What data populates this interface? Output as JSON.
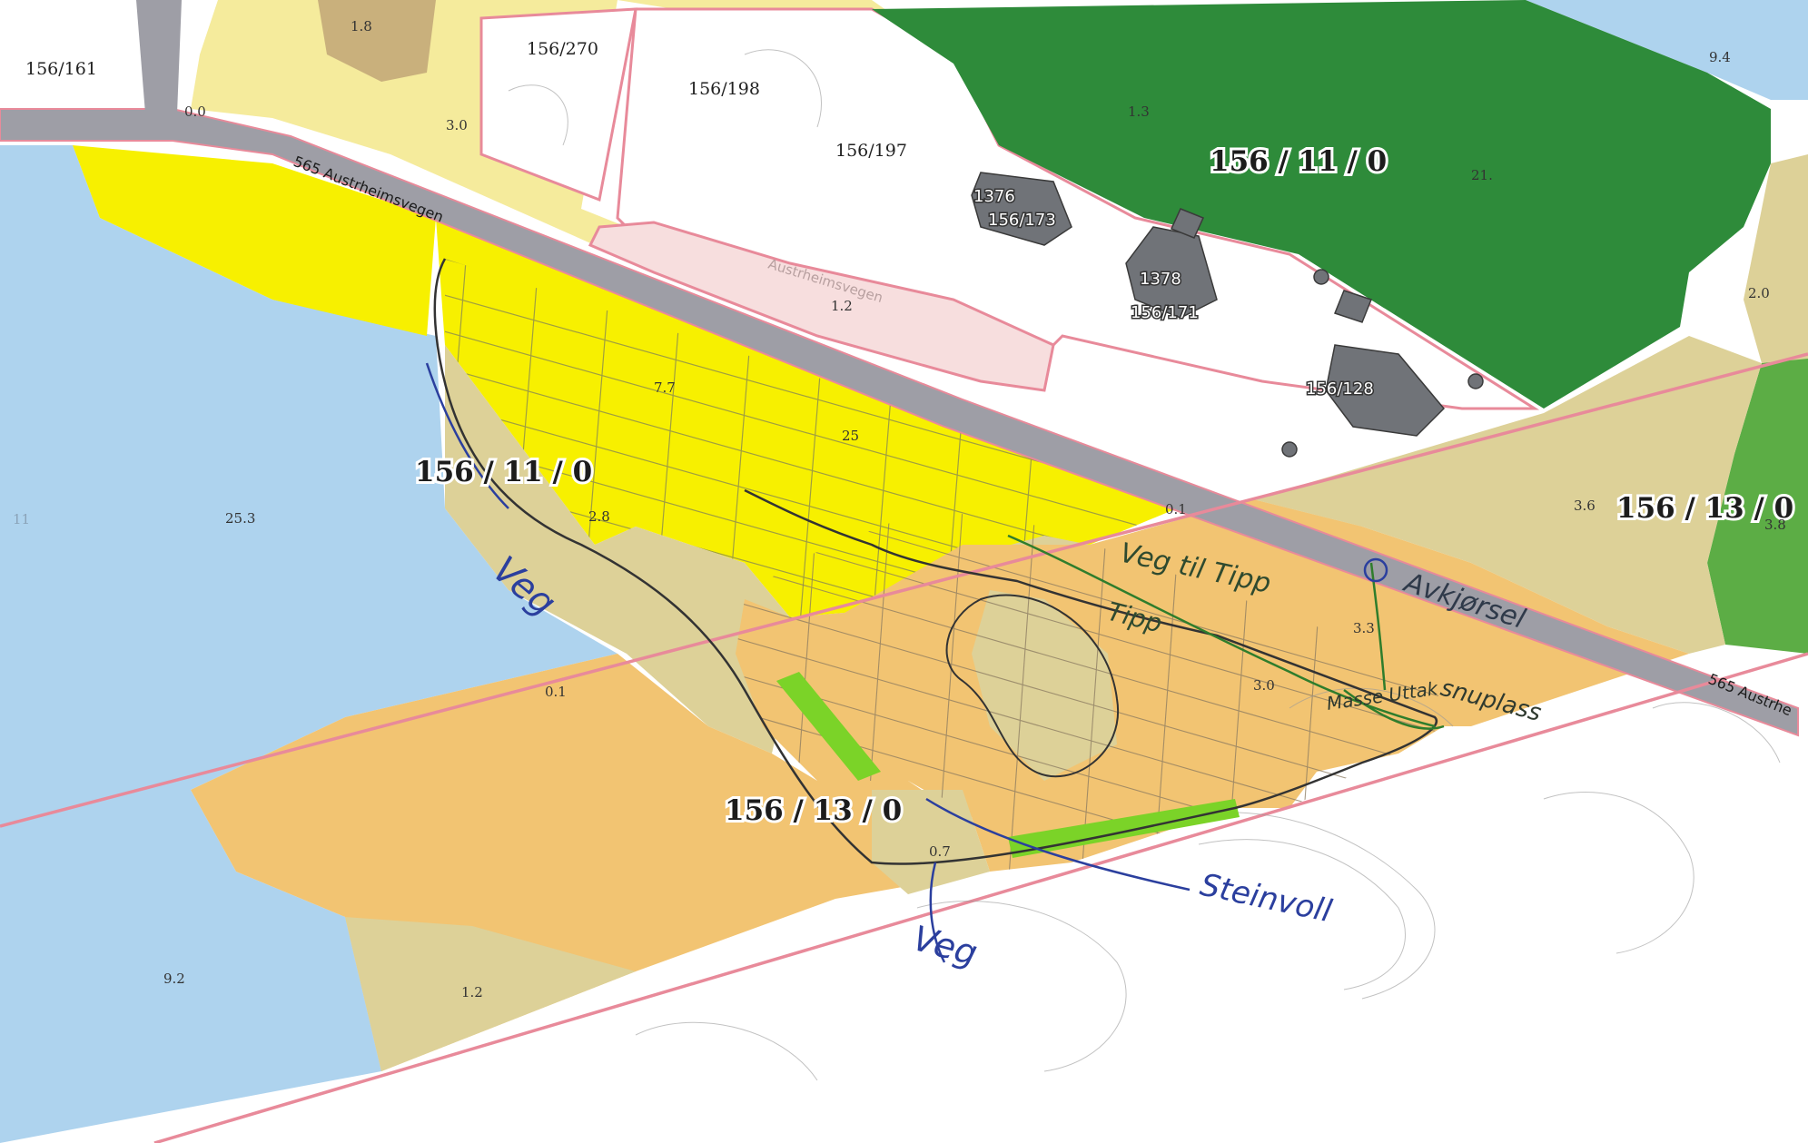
{
  "map": {
    "colors": {
      "water": "#aed3ee",
      "agri_yellow": "#f5eb9c",
      "highlight_yellow": "#f7f000",
      "orange": "#f2c472",
      "khaki": "#ddd198",
      "tan": "#c9b07c",
      "forest_dark": "#2e8b3a",
      "forest_light": "#5cad45",
      "road": "#9e9ea6",
      "boundary_pink": "#e88a9a",
      "building": "#707378",
      "green_highlight": "#7bd328",
      "pen_blue": "#2b3f9e",
      "pen_green": "#2f7d2c"
    },
    "road_labels": {
      "main": "565 Austrheimsvegen",
      "local": "Austrheimsvegen",
      "east": "565 Austrhe"
    },
    "parcels": [
      "156/161",
      "156/270",
      "156/198",
      "156/197",
      "156/173",
      "156/171",
      "156/128"
    ],
    "properties": {
      "north": "156 / 11 / 0",
      "central": "156 / 11 / 0",
      "east": "156 / 13 / 0",
      "south": "156 / 13 / 0"
    },
    "buildings": {
      "b1": "1376",
      "b2": "1378"
    },
    "elevations": {
      "e_1_8": "1.8",
      "e_0_0": "0.0",
      "e_3_0a": "3.0",
      "e_1_3": "1.3",
      "e_9_4": "9.4",
      "e_21": "21.",
      "e_1_2a": "1.2",
      "e_2_0": "2.0",
      "e_7_7": "7.7",
      "e_25": "25",
      "e_25_3": "25.3",
      "e_2_8": "2.8",
      "e_0_1a": "0.1",
      "e_3_6": "3.6",
      "e_3_8": "3.8",
      "e_3_3": "3.3",
      "e_3_0b": "3.0",
      "e_0_1b": "0.1",
      "e_0_7": "0.7",
      "e_9_2": "9.2",
      "e_1_2b": "1.2",
      "e_11": "11"
    },
    "annotations": {
      "veg_tipp": "Veg til Tipp",
      "tipp": "Tipp",
      "avkjorsel": "Avkjørsel",
      "snuplass": "snuplass",
      "masse_uttak": "Masse Uttak",
      "steinvoll": "Steinvoll",
      "veg_west": "Veg",
      "veg_south": "Veg"
    }
  }
}
